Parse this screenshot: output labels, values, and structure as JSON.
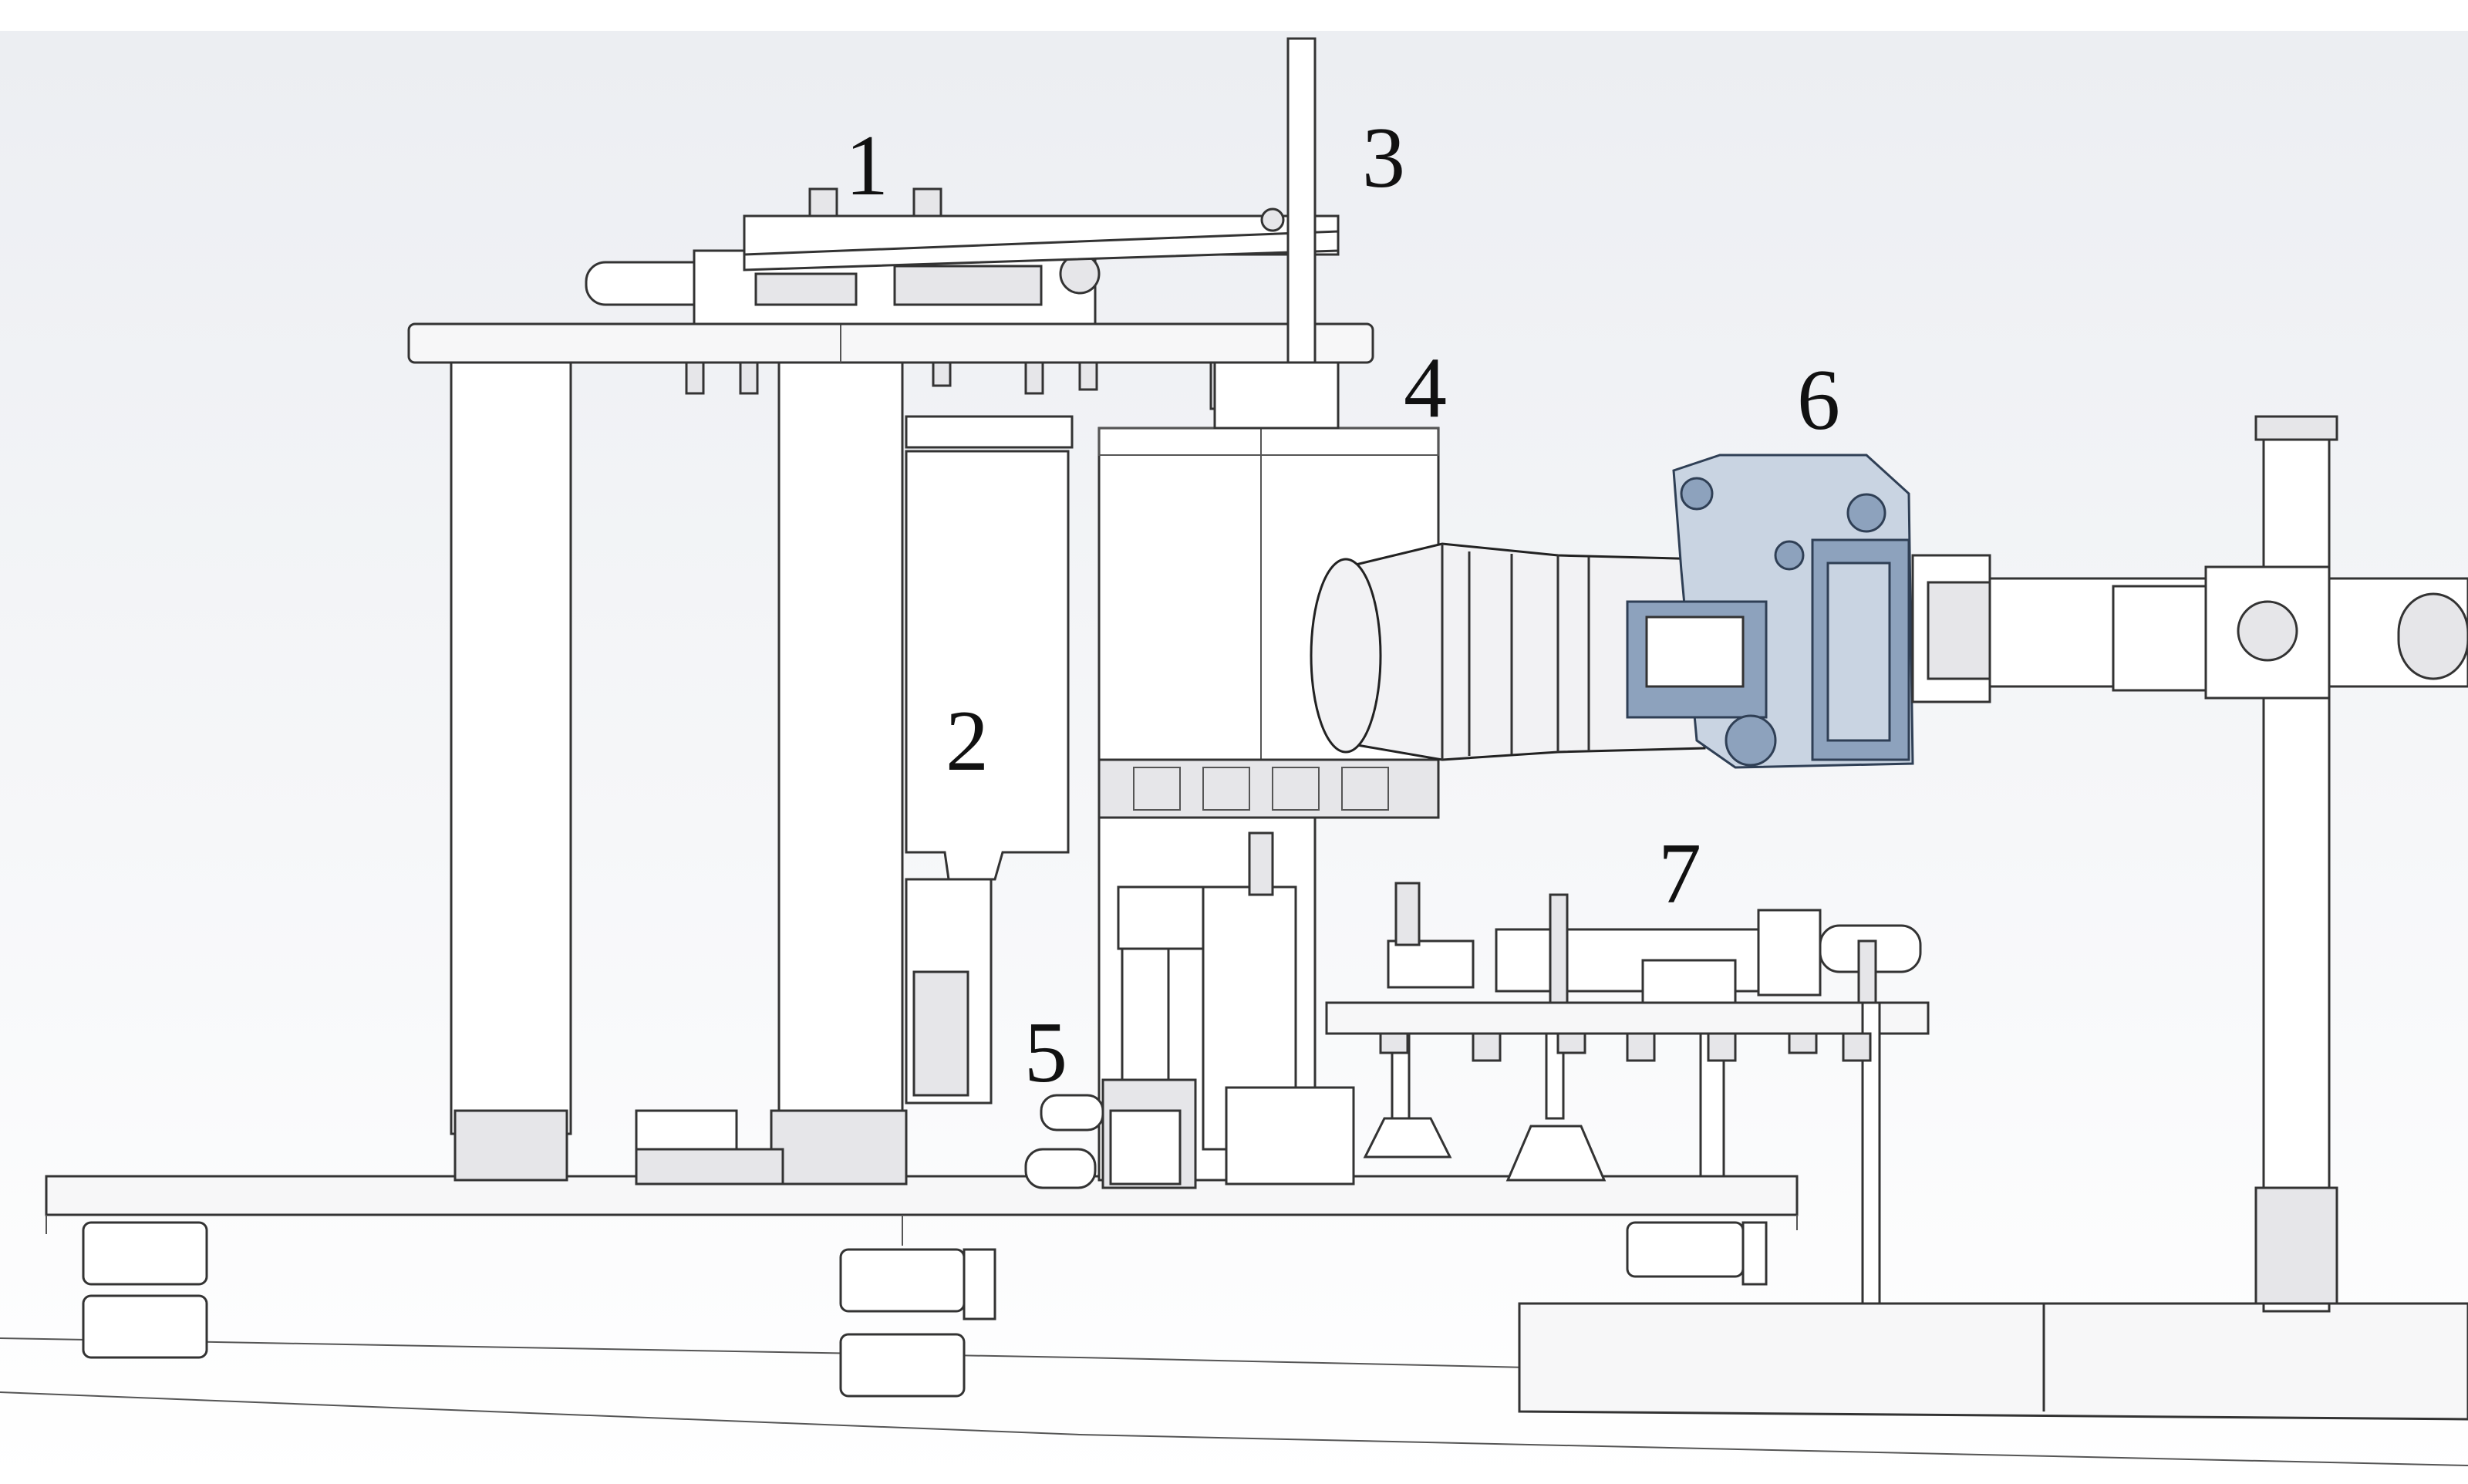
{
  "labels": {
    "l1": "1",
    "l2": "2",
    "l3": "3",
    "l4": "4",
    "l5": "5",
    "l6": "6",
    "l7": "7"
  },
  "colors": {
    "background_top": "#e9ecf1",
    "background_bottom": "#ffffff",
    "line": "#333333",
    "camera_accent": "#6f90c0"
  }
}
